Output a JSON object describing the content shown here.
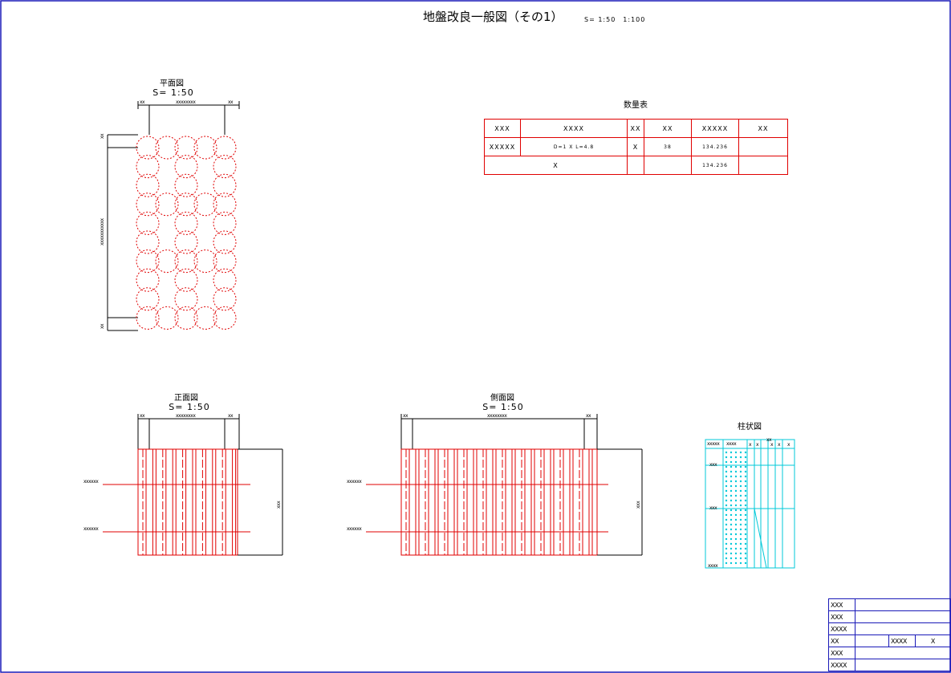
{
  "drawing": {
    "title": "地盤改良一般図（その1）",
    "scale": "S= 1:50　1:100"
  },
  "plan": {
    "title": "平面図",
    "scale": "S= 1:50",
    "dim_top_left": "xx",
    "dim_top_mid": "xxxxxxxx",
    "dim_top_right": "xx",
    "dim_left_top": "xx",
    "dim_left_mid": "xxxxxxxxxxx",
    "dim_left_bottom": "xx"
  },
  "front": {
    "title": "正面図",
    "scale": "S= 1:50",
    "dim_top_left": "xx",
    "dim_top_mid": "xxxxxxxx",
    "dim_top_right": "xx",
    "level_1": "xxxxxx",
    "level_2": "xxxxxx",
    "dim_right": "xxx"
  },
  "side": {
    "title": "側面図",
    "scale": "S= 1:50",
    "dim_top_left": "xx",
    "dim_top_mid": "xxxxxxxx",
    "dim_top_right": "xx",
    "level_1": "xxxxxx",
    "level_2": "xxxxxx",
    "dim_right": "xxx"
  },
  "column": {
    "title": "柱状図",
    "header": [
      "xxxxx",
      "xxxx",
      "x",
      "x",
      "x",
      "x",
      "x"
    ],
    "header_top": "xx",
    "depth_1": "xxx",
    "depth_2": "xxx",
    "depth_3": "xxxx",
    "colors": {
      "line": "#00c8d8",
      "fill": "#00c8d8"
    }
  },
  "quantity_table": {
    "title": "数量表",
    "header": [
      "XXX",
      "XXXX",
      "XX",
      "XX",
      "XXXXX",
      "XX"
    ],
    "row1": [
      "XXXXX",
      "D=1 X L=4.8",
      "X",
      "38",
      "134.236",
      ""
    ],
    "total": [
      "X",
      "",
      "",
      "134.236",
      ""
    ]
  },
  "title_block": {
    "rows": [
      "XXX",
      "XXX",
      "XXXX",
      "XX",
      "XXX",
      "XXXX"
    ],
    "row4_mid": "XXXX",
    "row4_right": "X"
  },
  "colors": {
    "red": "#e00000",
    "black": "#000000",
    "frame": "#1a1ab8",
    "cyan": "#00c8d8"
  }
}
